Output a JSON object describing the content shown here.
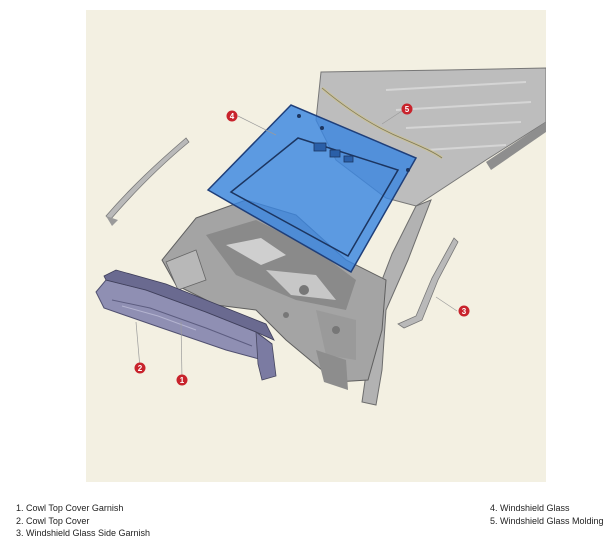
{
  "callouts": [
    {
      "num": "1"
    },
    {
      "num": "2"
    },
    {
      "num": "3"
    },
    {
      "num": "4"
    },
    {
      "num": "5"
    }
  ],
  "legend": {
    "left": [
      "1. Cowl Top Cover Garnish",
      "2. Cowl Top Cover",
      "3. Windshield Glass Side Garnish"
    ],
    "right": [
      "4. Windshield Glass",
      "5. Windshield Glass Molding"
    ]
  },
  "colors": {
    "figure_background": "#f3f0e2",
    "callout": "#c8232c",
    "glass": "#3a86e0",
    "body_metal": "#a9a9a9",
    "cowl": "#8f8fb3"
  }
}
